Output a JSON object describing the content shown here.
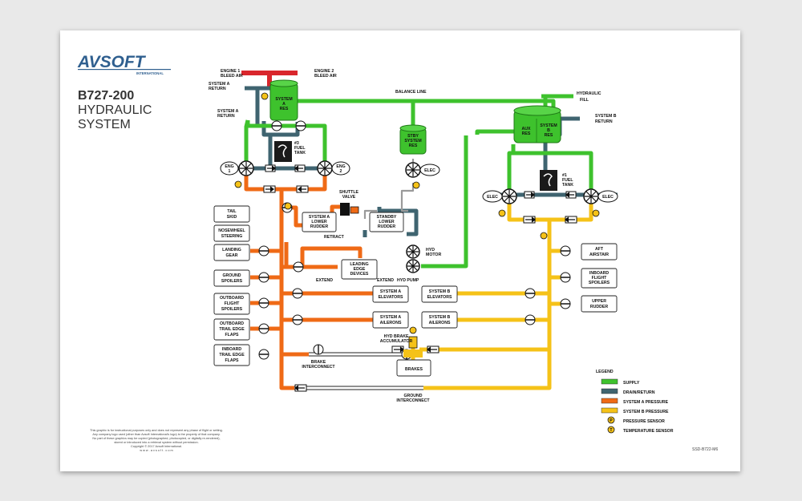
{
  "brand": {
    "logo_text": "AVSOFT",
    "logo_sub": "INTERNATIONAL"
  },
  "title": {
    "line1": "B727-200",
    "line2": "HYDRAULIC",
    "line3": "SYSTEM"
  },
  "colors": {
    "supply": "#3ec22d",
    "drain": "#3f6470",
    "sys_a": "#ef6a16",
    "sys_b": "#f5c218",
    "bleed": "#d9262c",
    "logo": "#2f5f8f"
  },
  "labels": {
    "engine1_bleed": [
      "ENGINE 1",
      "BLEED AIR"
    ],
    "engine2_bleed": [
      "ENGINE 2",
      "BLEED AIR"
    ],
    "sysa_return_top": [
      "SYSTEM A",
      "RETURN"
    ],
    "sysa_return_mid": [
      "SYSTEM A",
      "RETURN"
    ],
    "sysa_res": [
      "SYSTEM",
      "A",
      "RES"
    ],
    "balance_line": "BALANCE LINE",
    "hydraulic_fill": [
      "HYDRAULIC",
      "FILL"
    ],
    "sysb_return": [
      "SYSTEM B",
      "RETURN"
    ],
    "aux_res": [
      "AUX",
      "RES"
    ],
    "sysb_res": [
      "SYSTEM",
      "B",
      "RES"
    ],
    "stby_res": [
      "STBY",
      "SYSTEM",
      "RES"
    ],
    "fuel3": [
      "#3",
      "FUEL",
      "TANK"
    ],
    "fuel1": [
      "#1",
      "FUEL",
      "TANK"
    ],
    "eng1": [
      "ENG",
      "1"
    ],
    "eng2": [
      "ENG",
      "2"
    ],
    "elec": "ELEC",
    "shuttle_valve": [
      "SHUTTLE",
      "VALVE"
    ],
    "retract": "RETRACT",
    "extend": "EXTEND",
    "hyd_motor": [
      "HYD",
      "MOTOR"
    ],
    "hyd_pump": "HYD PUMP",
    "hyd_brake_acc": [
      "HYD BRAKE",
      "ACCUMULATOR"
    ],
    "brake_interconnect": [
      "BRAKE",
      "INTERCONNECT"
    ],
    "ground_interconnect": [
      "GROUND",
      "INTERCONNECT"
    ],
    "p": "P",
    "t": "T"
  },
  "boxes": {
    "sysa_lower_rudder": [
      "SYSTEM A",
      "LOWER",
      "RUDDER"
    ],
    "standby_lower_rudder": [
      "STANDBY",
      "LOWER",
      "RUDDER"
    ],
    "leading_edge": [
      "LEADING",
      "EDGE",
      "DEVICES"
    ],
    "tail_skid": [
      "TAIL",
      "SKID"
    ],
    "nosewheel": [
      "NOSEWHEEL",
      "STEERING"
    ],
    "landing_gear": [
      "LANDING",
      "GEAR"
    ],
    "ground_spoilers": [
      "GROUND",
      "SPOILERS"
    ],
    "outboard_spoilers": [
      "OUTBOARD",
      "FLIGHT",
      "SPOILERS"
    ],
    "outboard_trail": [
      "OUTBOARD",
      "TRAIL EDGE",
      "FLAPS"
    ],
    "inboard_trail": [
      "INBOARD",
      "TRAIL EDGE",
      "FLAPS"
    ],
    "sysa_elevators": [
      "SYSTEM A",
      "ELEVATORS"
    ],
    "sysa_ailerons": [
      "SYSTEM A",
      "AILERONS"
    ],
    "sysb_elevators": [
      "SYSTEM B",
      "ELEVATORS"
    ],
    "sysb_ailerons": [
      "SYSTEM B",
      "AILERONS"
    ],
    "brakes": [
      "BRAKES"
    ],
    "aft_airstair": [
      "AFT",
      "AIRSTAIR"
    ],
    "inboard_flight_spoilers": [
      "INBOARD",
      "FLIGHT",
      "SPOILERS"
    ],
    "upper_rudder": [
      "UPPER",
      "RUDDER"
    ]
  },
  "legend": {
    "title": "LEGEND",
    "items": [
      {
        "label": "SUPPLY",
        "color": "#3ec22d"
      },
      {
        "label": "DRAIN/RETURN",
        "color": "#3f6470"
      },
      {
        "label": "SYSTEM A PRESSURE",
        "color": "#ef6a16"
      },
      {
        "label": "SYSTEM B PRESSURE",
        "color": "#f5c218"
      }
    ],
    "pressure_sensor": "PRESSURE SENSOR",
    "temperature_sensor": "TEMPERATURE SENSOR"
  },
  "disclaimer": [
    "This graphic is for instructional purposes only and does not represent any phase of flight or setting.",
    "Any company logo used (other than Avsoft International's logo) is the property of that company.",
    "No part of these graphics may be copied (photographed, photocopied, or digitally re-rendered),",
    "stored or introduced into a retrieval system without permission.",
    "Copyright © 2017 Avsoft International.",
    "w w w . a v s o f t . c o m"
  ],
  "doc_id": "SSD-B722-M6"
}
